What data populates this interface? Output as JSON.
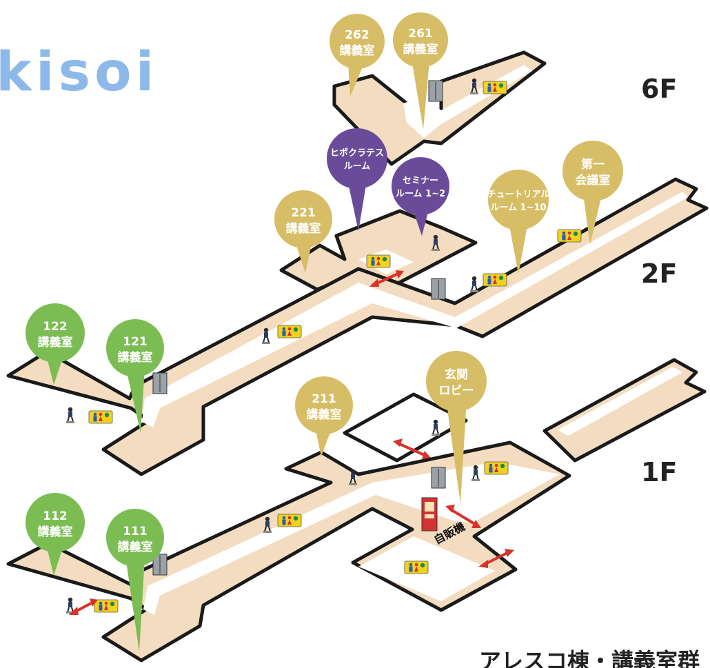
{
  "logo": {
    "text": "kisoi"
  },
  "colors": {
    "gold": "#d7bd66",
    "green": "#7bbd52",
    "purple": "#6a4b9a",
    "floor_fill": "#f3dcc0",
    "corridor": "#ffffff",
    "wall": "#1a1a1a",
    "arrow": "#d9322b",
    "logo": "#8db9ea"
  },
  "floors": [
    {
      "key": "6f",
      "label": "6F"
    },
    {
      "key": "2f",
      "label": "2F"
    },
    {
      "key": "1f",
      "label": "1F"
    }
  ],
  "pins": [
    {
      "key": "room-262",
      "color": "gold",
      "lines": [
        "262",
        "講義室"
      ]
    },
    {
      "key": "room-261",
      "color": "gold",
      "lines": [
        "261",
        "講義室"
      ]
    },
    {
      "key": "hippocrates-room",
      "color": "purple",
      "lines": [
        "ヒポクラテス",
        "ルーム"
      ]
    },
    {
      "key": "seminar-room",
      "color": "purple",
      "lines": [
        "セミナー",
        "ルーム 1~2"
      ]
    },
    {
      "key": "room-221",
      "color": "gold",
      "lines": [
        "221",
        "講義室"
      ]
    },
    {
      "key": "tutorial-room",
      "color": "gold",
      "lines": [
        "チュートリアル",
        "ルーム 1~10"
      ]
    },
    {
      "key": "first-conference",
      "color": "gold",
      "lines": [
        "第一",
        "会議室"
      ]
    },
    {
      "key": "room-122",
      "color": "green",
      "lines": [
        "122",
        "講義室"
      ]
    },
    {
      "key": "room-121",
      "color": "green",
      "lines": [
        "121",
        "講義室"
      ]
    },
    {
      "key": "room-211",
      "color": "gold",
      "lines": [
        "211",
        "講義室"
      ]
    },
    {
      "key": "entrance-lobby",
      "color": "gold",
      "lines": [
        "玄関",
        "ロビー"
      ]
    },
    {
      "key": "room-112",
      "color": "green",
      "lines": [
        "112",
        "講義室"
      ]
    },
    {
      "key": "room-111",
      "color": "green",
      "lines": [
        "111",
        "講義室"
      ]
    }
  ],
  "vending": {
    "label": "自販機"
  },
  "footer": {
    "text": "アレスコ棟・講義室群"
  }
}
